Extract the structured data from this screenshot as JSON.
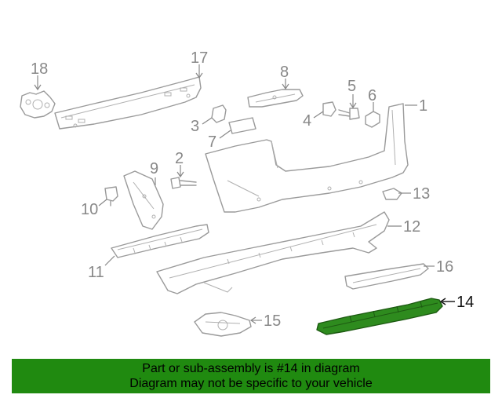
{
  "diagram": {
    "highlight_color": "#2e8b1e",
    "highlighted_part": "14",
    "callouts": [
      "1",
      "2",
      "3",
      "4",
      "5",
      "6",
      "7",
      "8",
      "9",
      "10",
      "11",
      "12",
      "13",
      "14",
      "15",
      "16",
      "17",
      "18"
    ]
  },
  "banner": {
    "background": "#208a10",
    "line1": "Part or sub-assembly is #14 in diagram",
    "line2": "Diagram may not be specific to your vehicle"
  }
}
